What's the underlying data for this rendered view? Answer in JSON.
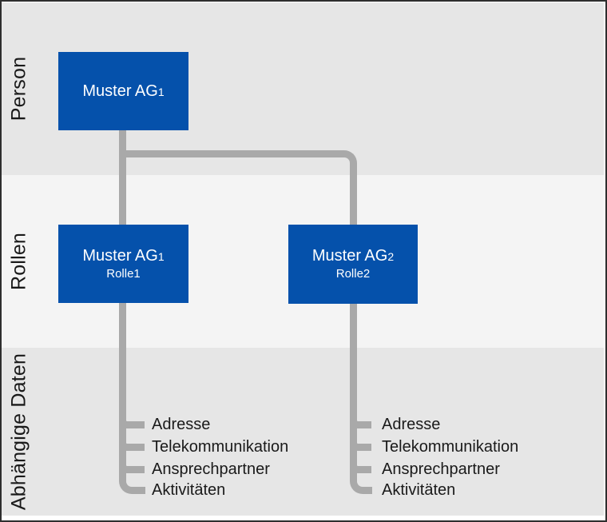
{
  "diagram": {
    "bands": [
      {
        "label": "Person"
      },
      {
        "label": "Rollen"
      },
      {
        "label": "Abhängige Daten"
      }
    ],
    "nodes": {
      "person1": {
        "name": "Muster AG",
        "index": "1"
      },
      "role1": {
        "name": "Muster AG",
        "index": "1",
        "role": "Rolle1"
      },
      "role2": {
        "name": "Muster AG",
        "index": "2",
        "role": "Rolle2"
      }
    },
    "dependent_items_left": [
      "Adresse",
      "Telekommunikation",
      "Ansprechpartner",
      "Aktivitäten"
    ],
    "dependent_items_right": [
      "Adresse",
      "Telekommunikation",
      "Ansprechpartner",
      "Aktivitäten"
    ],
    "colors": {
      "node_fill": "#0551ab",
      "node_text": "#ffffff",
      "connector": "#a9a9a9",
      "band_person": "#e6e6e6",
      "band_rollen": "#f4f4f4",
      "band_daten": "#e6e6e6",
      "frame_border": "#2e2e2e",
      "label_text": "#1a1a1a"
    }
  }
}
